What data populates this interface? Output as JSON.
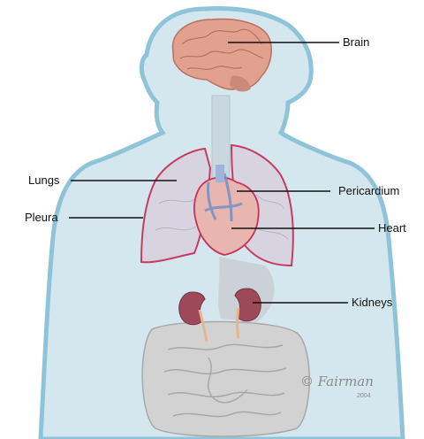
{
  "labels": {
    "brain": "Brain",
    "lungs": "Lungs",
    "pericardium": "Pericardium",
    "pleura": "Pleura",
    "heart": "Heart",
    "kidneys": "Kidneys"
  },
  "signature": {
    "name": "Fairman",
    "year": "2004"
  },
  "colors": {
    "body_fill": "#d4e7ee",
    "body_outline": "#8fc4d8",
    "lung_outline": "#c8325a",
    "brain": "#e2a08e",
    "heart": "#e8b6ae",
    "kidney": "#9c4a5a",
    "intestine": "#c8c8c8"
  }
}
